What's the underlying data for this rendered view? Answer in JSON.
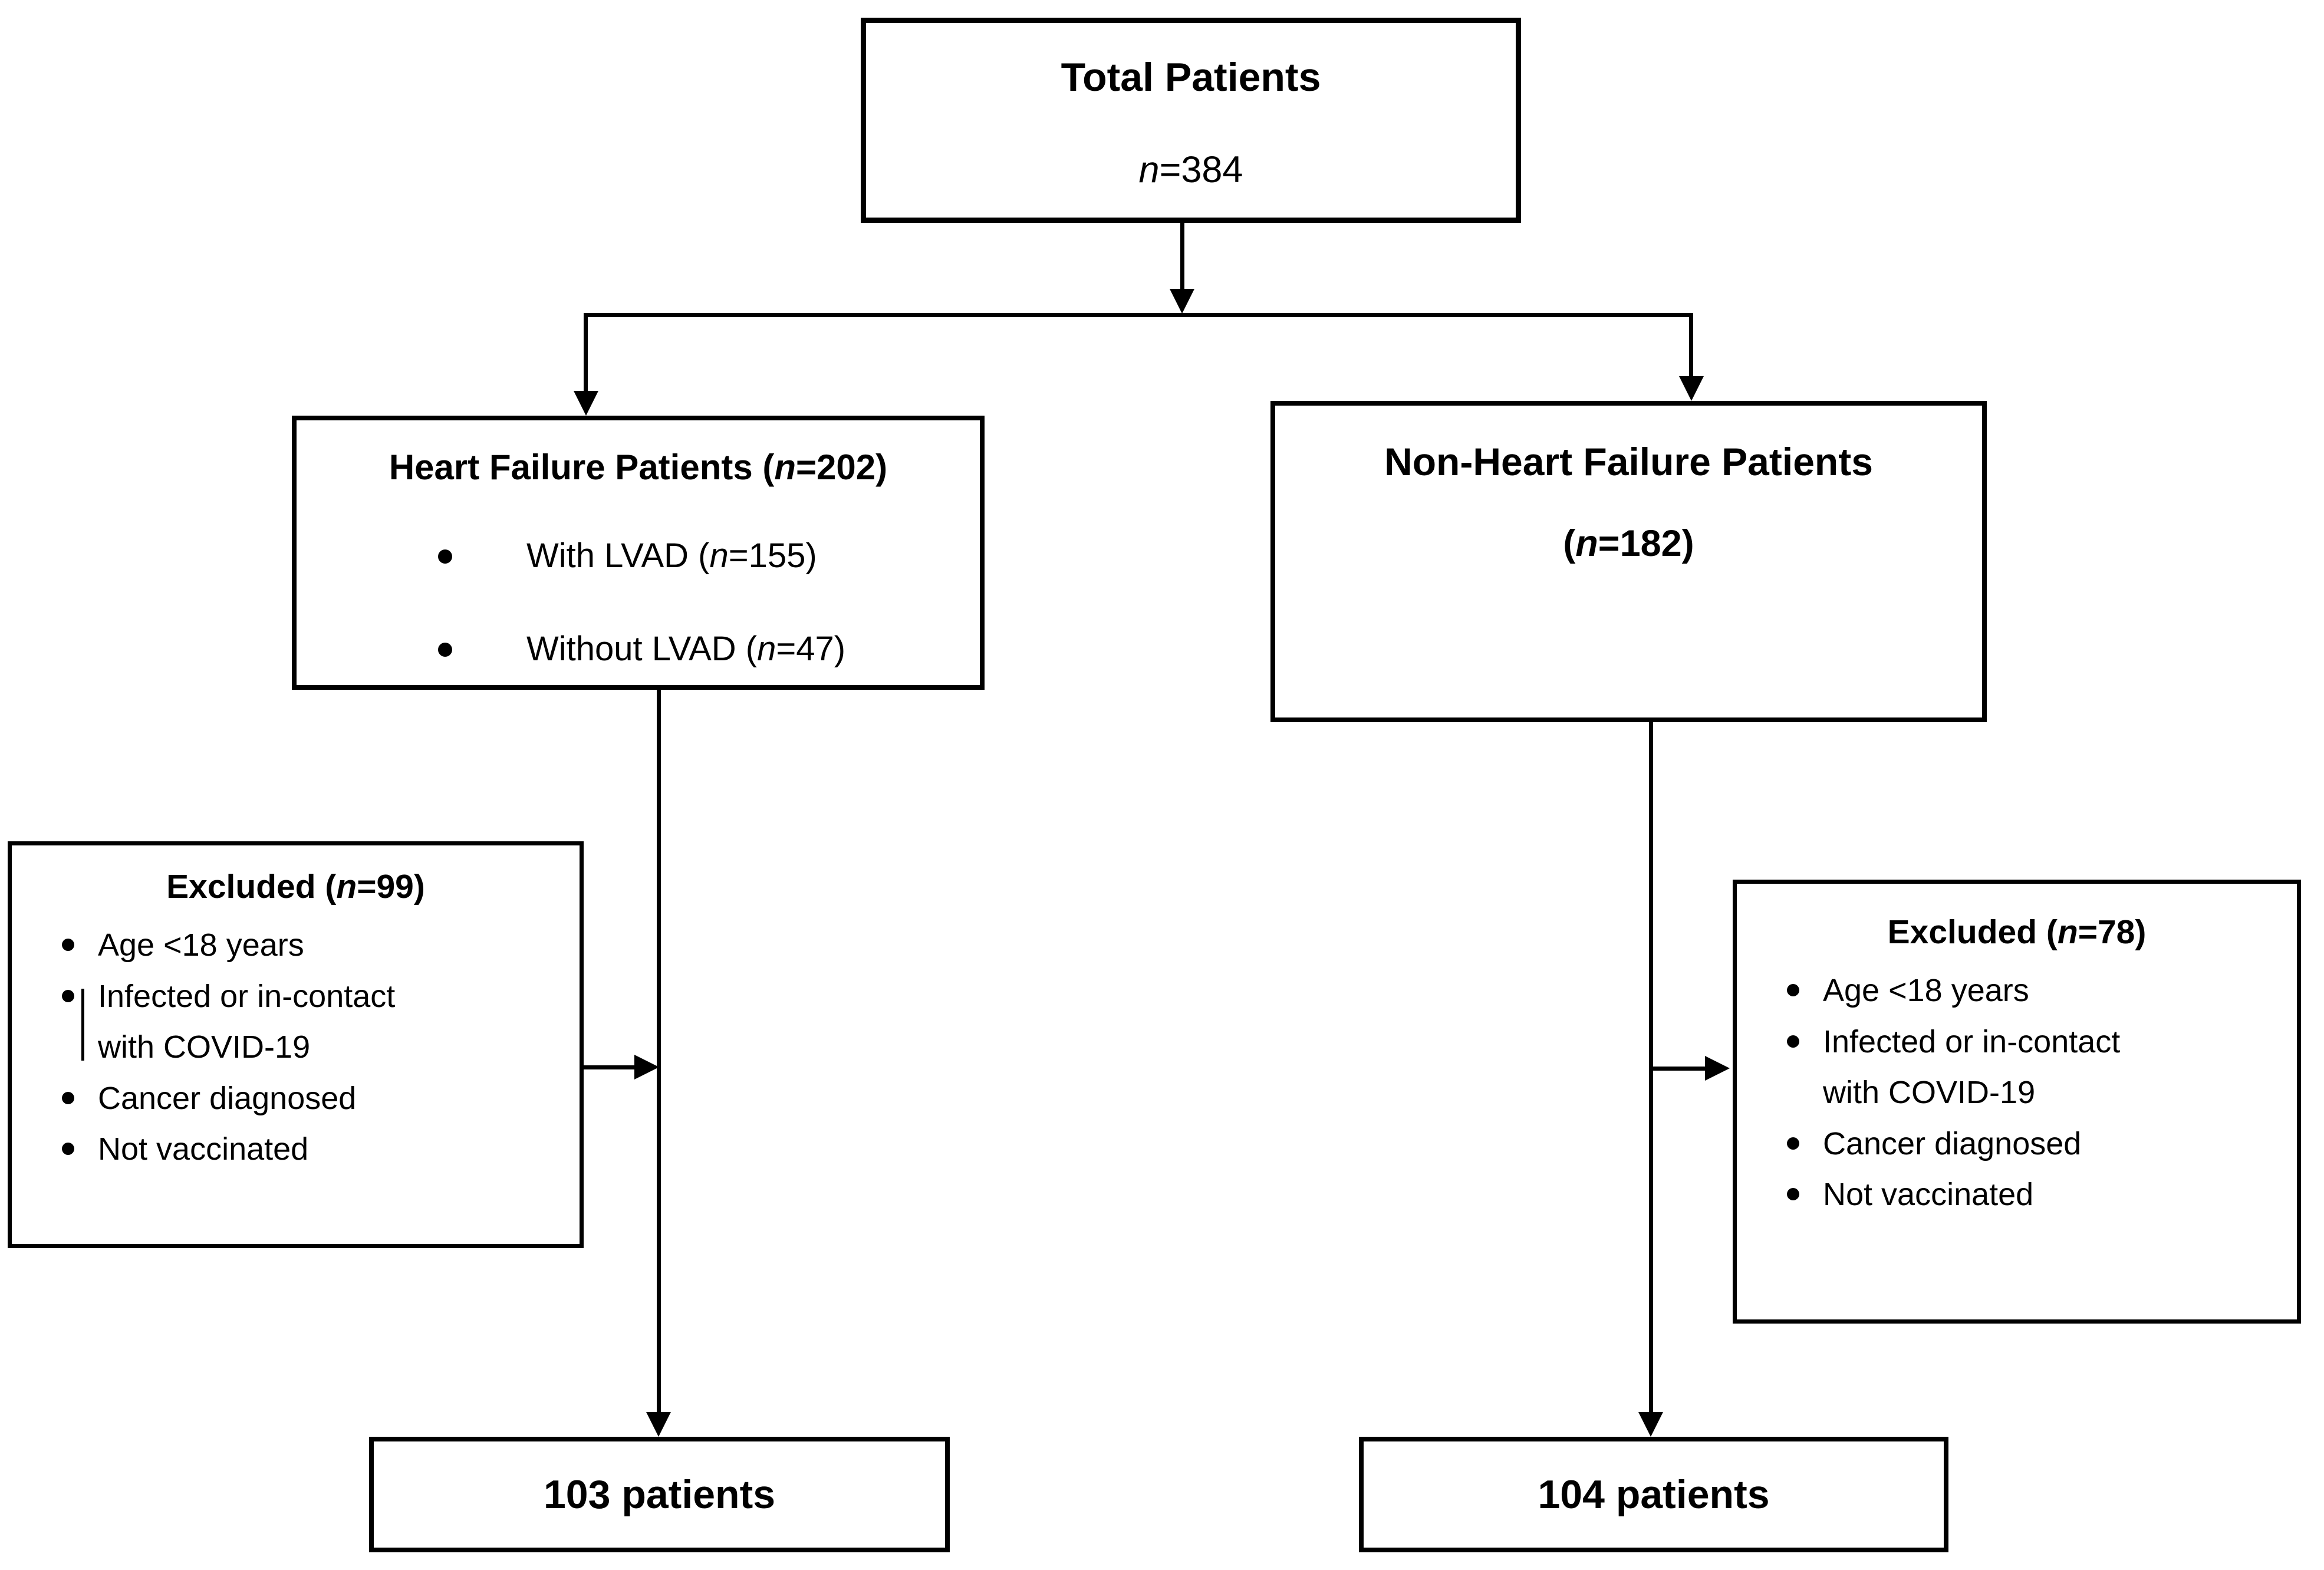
{
  "diagram": {
    "colors": {
      "line": "#000000",
      "background": "#ffffff",
      "text": "#000000"
    },
    "total": {
      "title": "Total Patients",
      "count_n": "n",
      "count_rest": "=384"
    },
    "heart_failure": {
      "title_pre": "Heart Failure Patients (",
      "title_n": "n",
      "title_post": "=202)",
      "bullets": [
        {
          "pre": "With LVAD (",
          "n": "n",
          "post": "=155)"
        },
        {
          "pre": "Without LVAD (",
          "n": "n",
          "post": "=47)"
        }
      ]
    },
    "non_heart_failure": {
      "title": "Non-Heart Failure Patients",
      "count_pre": "(",
      "count_n": "n",
      "count_post": "=182)"
    },
    "excluded_left": {
      "title_pre": "Excluded (",
      "title_n": "n",
      "title_post": "=99)",
      "items": [
        "Age <18 years",
        "Infected or in-contact\nwith COVID-19",
        "Cancer diagnosed",
        "Not vaccinated"
      ]
    },
    "excluded_right": {
      "title_pre": "Excluded (",
      "title_n": "n",
      "title_post": "=78)",
      "items": [
        "Age <18 years",
        "Infected or in-contact\nwith COVID-19",
        "Cancer diagnosed",
        "Not vaccinated"
      ]
    },
    "outcome_left": {
      "label": "103 patients"
    },
    "outcome_right": {
      "label": "104 patients"
    }
  }
}
